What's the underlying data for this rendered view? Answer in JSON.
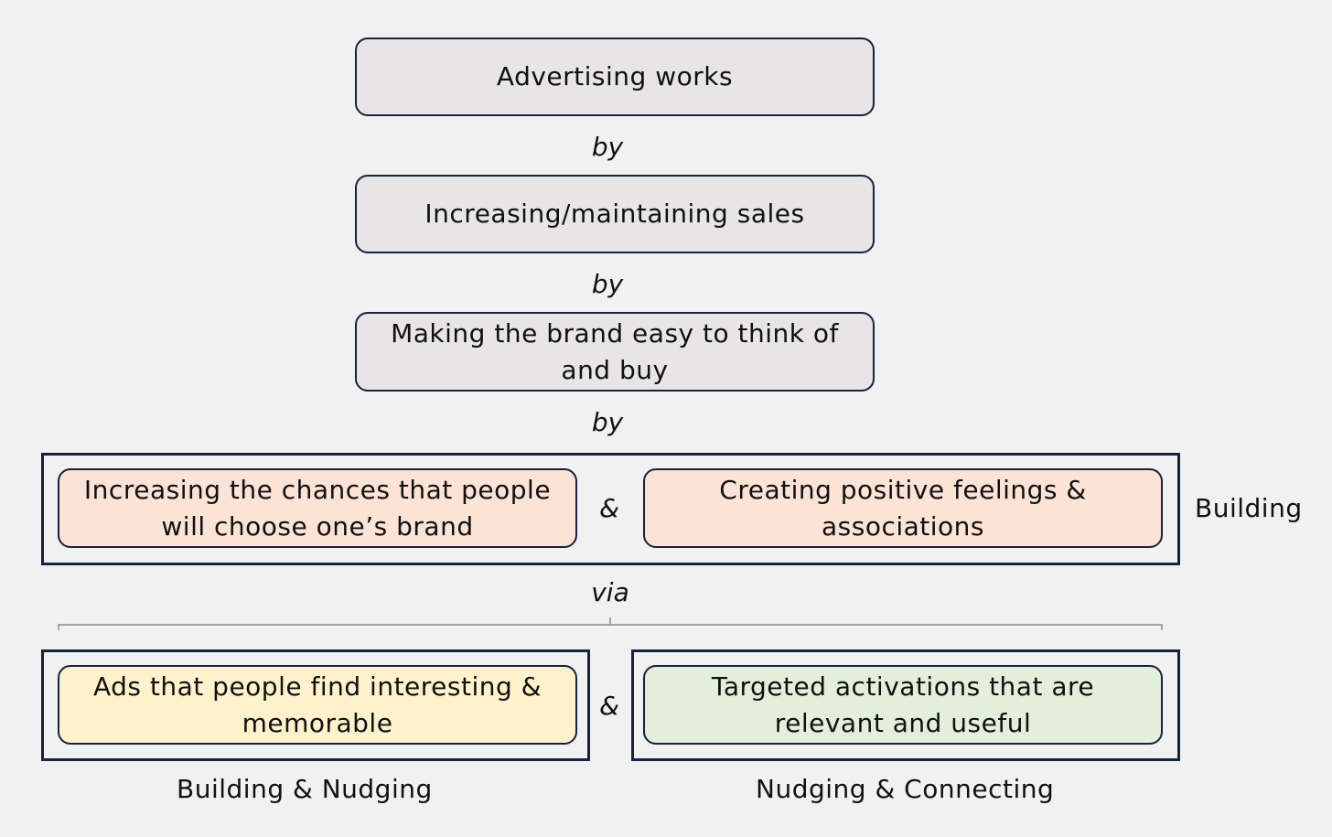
{
  "levels": {
    "box1": "Advertising works",
    "by1": "by",
    "box2": "Increasing/maintaining sales",
    "by2": "by",
    "box3_line1": "Making the brand easy to think of",
    "box3_line2": "and buy",
    "by3": "by"
  },
  "building_row": {
    "left_line1": "Increasing the chances that people",
    "left_line2": "will choose one’s brand",
    "amp": "&",
    "right_line1": "Creating positive feelings &",
    "right_line2": "associations",
    "side_label": "Building"
  },
  "via": "via",
  "bottom_row": {
    "left_line1": "Ads that people find interesting &",
    "left_line2": "memorable",
    "amp": "&",
    "right_line1": "Targeted activations that are",
    "right_line2": "relevant and useful",
    "left_caption": "Building & Nudging",
    "right_caption": "Nudging & Connecting"
  },
  "colors": {
    "gray": "#e7e5e6",
    "peach": "#fbe3d6",
    "yellow": "#fdf2cc",
    "green": "#e3efda",
    "border": "#16233f"
  }
}
